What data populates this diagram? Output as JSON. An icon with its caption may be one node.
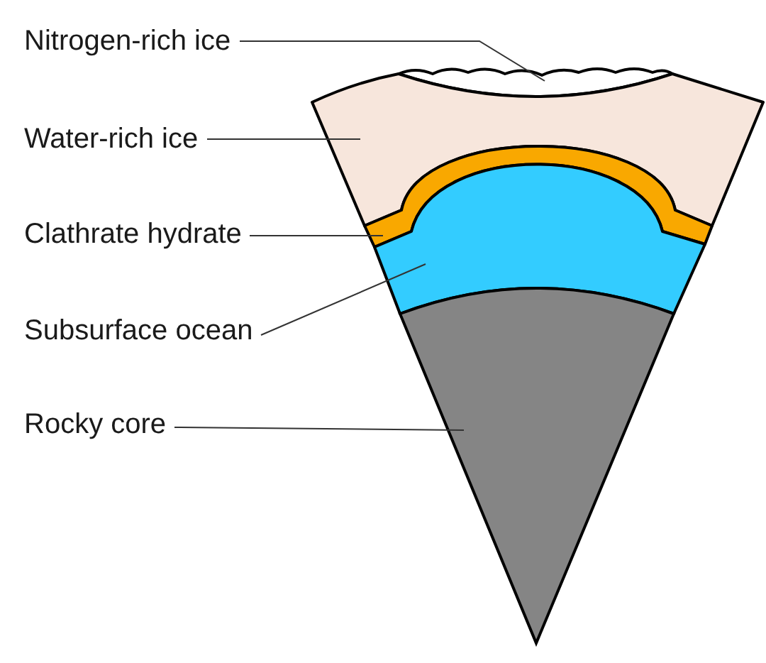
{
  "diagram": {
    "nodes": [
      {
        "text": [
          "Nitrogen-rich ice"
        ]
      },
      {
        "text": [
          "Water-rich ice"
        ]
      },
      {
        "text": [
          "Clathrate hydrate"
        ]
      },
      {
        "text": [
          "Subsurface ocean"
        ]
      },
      {
        "text": [
          "Rocky core"
        ]
      },
      {
        "text": [],
        "shape": "band"
      },
      {
        "text": [],
        "shape": "band"
      },
      {
        "text": [],
        "shape": "band"
      },
      {
        "text": [],
        "shape": "band"
      },
      {
        "text": [],
        "shape": "wedge"
      }
    ],
    "edges": [
      {
        "from": 0,
        "to": 5,
        "arrow": "none"
      },
      {
        "from": 1,
        "to": 6,
        "arrow": "none"
      },
      {
        "from": 2,
        "to": 7,
        "arrow": "none"
      },
      {
        "from": 3,
        "to": 8,
        "arrow": "none"
      },
      {
        "from": 4,
        "to": 9,
        "arrow": "none"
      }
    ]
  }
}
